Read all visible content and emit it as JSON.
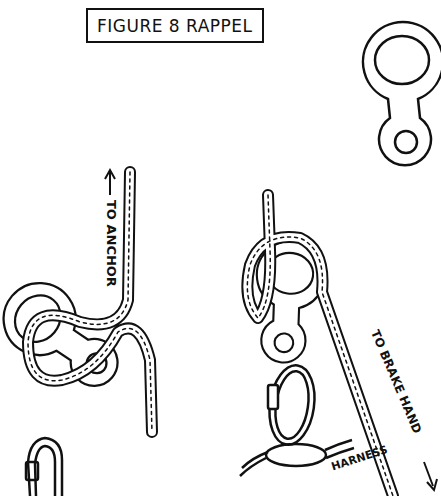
{
  "diagram": {
    "title": "FIGURE 8 RAPPEL",
    "labels": [
      "TO ANCHOR",
      "TO BRAKE HAND",
      "HARNESS"
    ]
  }
}
